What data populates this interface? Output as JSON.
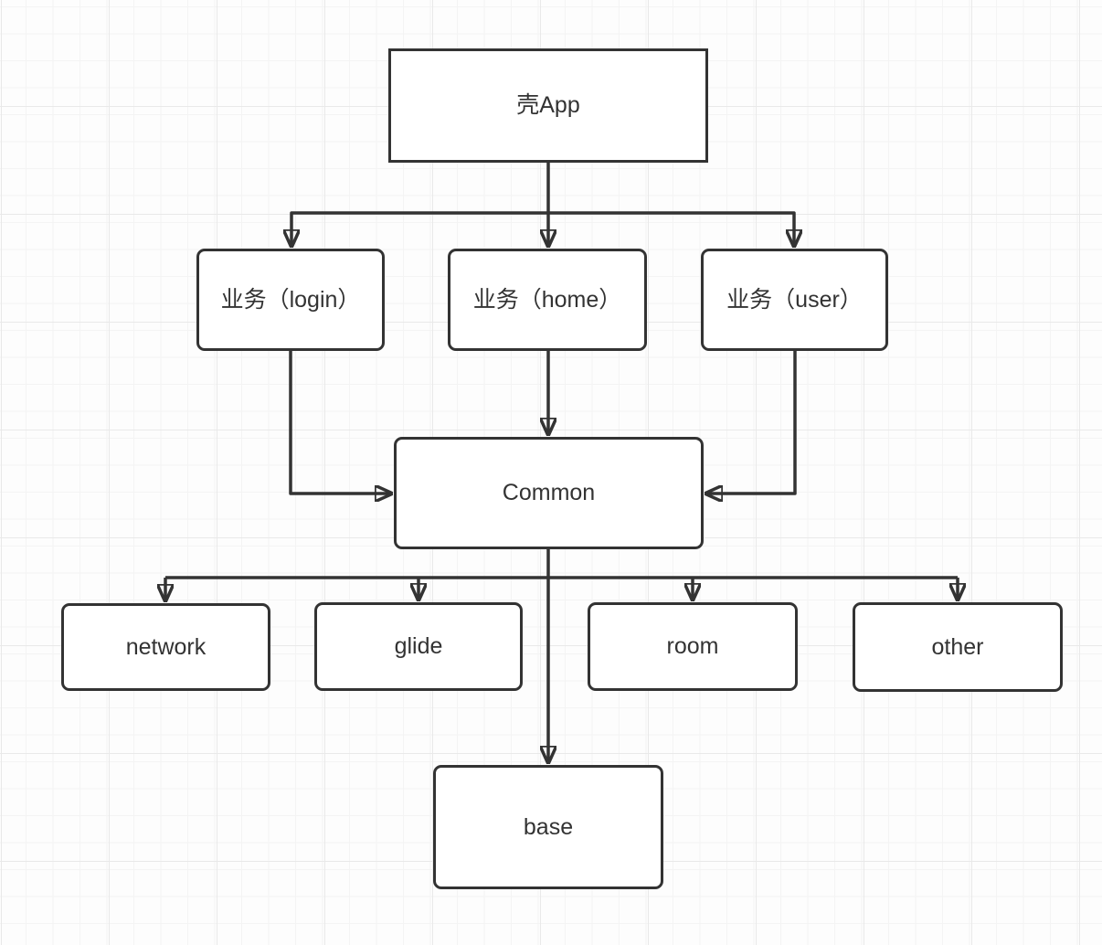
{
  "diagram": {
    "type": "flowchart",
    "colors": {
      "canvas_bg": "#fdfdfd",
      "grid_minor": "#f4f4f4",
      "grid_major": "#e9e9e9",
      "node_fill": "#ffffff",
      "stroke": "#333333",
      "text": "#333333"
    },
    "nodes": [
      {
        "id": "shell-app",
        "label": "壳App",
        "shape": "rectangle"
      },
      {
        "id": "biz-login",
        "label": "业务（login）",
        "shape": "rounded-rectangle"
      },
      {
        "id": "biz-home",
        "label": "业务（home）",
        "shape": "rounded-rectangle"
      },
      {
        "id": "biz-user",
        "label": "业务（user）",
        "shape": "rounded-rectangle"
      },
      {
        "id": "common",
        "label": "Common",
        "shape": "rounded-rectangle"
      },
      {
        "id": "network",
        "label": "network",
        "shape": "rounded-rectangle"
      },
      {
        "id": "glide",
        "label": "glide",
        "shape": "rounded-rectangle"
      },
      {
        "id": "room",
        "label": "room",
        "shape": "rounded-rectangle"
      },
      {
        "id": "other",
        "label": "other",
        "shape": "rounded-rectangle"
      },
      {
        "id": "base",
        "label": "base",
        "shape": "rounded-rectangle"
      }
    ],
    "edges": [
      {
        "from": "壳App",
        "to": "业务（login）"
      },
      {
        "from": "壳App",
        "to": "业务（home）"
      },
      {
        "from": "壳App",
        "to": "业务（user）"
      },
      {
        "from": "业务（login）",
        "to": "Common"
      },
      {
        "from": "业务（home）",
        "to": "Common"
      },
      {
        "from": "业务（user）",
        "to": "Common"
      },
      {
        "from": "Common",
        "to": "network"
      },
      {
        "from": "Common",
        "to": "glide"
      },
      {
        "from": "Common",
        "to": "room"
      },
      {
        "from": "Common",
        "to": "other"
      },
      {
        "from": "Common",
        "to": "base"
      }
    ]
  }
}
